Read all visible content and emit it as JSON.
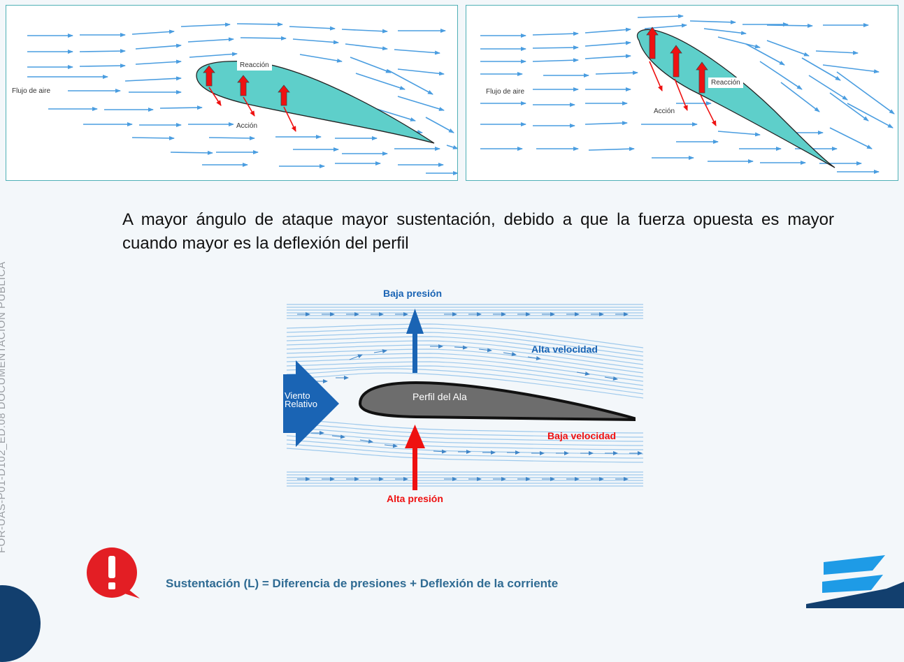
{
  "diagrams": {
    "left": {
      "flow_label": "Flujo de aire",
      "reaction_label": "Reacción",
      "action_label": "Acción"
    },
    "right": {
      "flow_label": "Flujo de aire",
      "reaction_label": "Reacción",
      "action_label": "Acción"
    }
  },
  "side_text": "FOR-UAS-P01-D102_ED.08     DOCUMENTACIÓN PÚBLICA",
  "main_text": "A mayor ángulo de ataque mayor sustentación, debido a que la fuerza opuesta es mayor cuando mayor es la deflexión del perfil",
  "figure": {
    "low_pressure": "Baja presión",
    "high_velocity": "Alta velocidad",
    "wing_profile": "Perfil del Ala",
    "relative_wind": "Viento Relativo",
    "low_velocity": "Baja velocidad",
    "high_pressure": "Alta presión"
  },
  "footer_formula": "Sustentación (L) = Diferencia de presiones + Deflexión de la corriente",
  "colors": {
    "airfoil_fill": "#5ecfca",
    "flow_arrow": "#4a9de0",
    "force_arrow": "#ee1111",
    "formula_text": "#2f6b93",
    "low_pressure_arrow": "#1a64b4",
    "high_pressure_arrow": "#ee1111",
    "alert_icon": "#e31e24",
    "logo_light": "#1e9be6",
    "logo_dark": "#123f6e"
  },
  "icons": {
    "alert": "exclamation-speech-bubble-icon",
    "logo": "brand-logo-icon"
  }
}
